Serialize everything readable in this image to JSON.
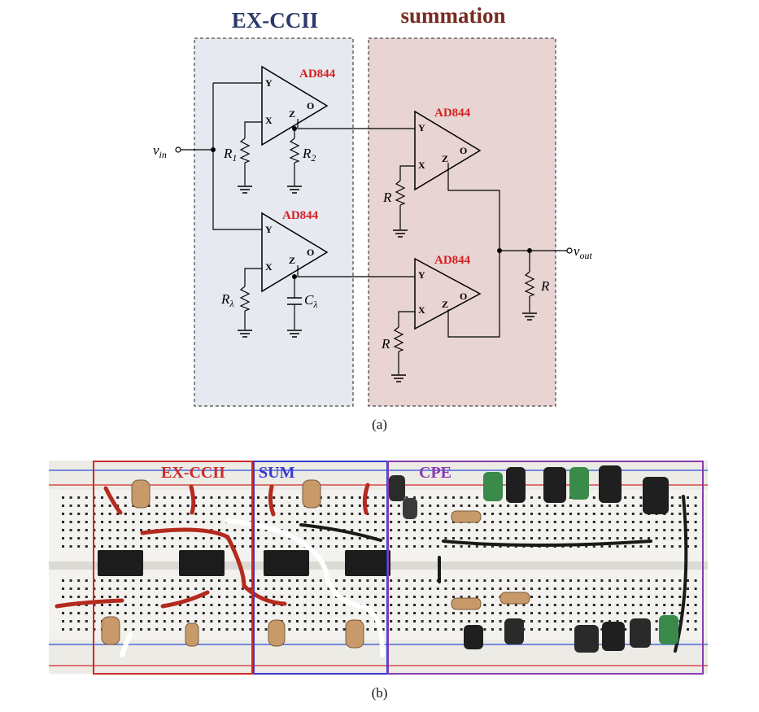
{
  "schematic": {
    "block_excc": "EX-CCII",
    "block_sum": "summation",
    "opamp_label": "AD844",
    "pin_y": "Y",
    "pin_x": "X",
    "pin_z": "Z",
    "pin_o": "O",
    "vin": "v",
    "vin_sub": "in",
    "vout": "v",
    "vout_sub": "out",
    "r1": "R",
    "r1_sub": "1",
    "r2": "R",
    "r2_sub": "2",
    "rl": "R",
    "rl_sub": "λ",
    "cl": "C",
    "cl_sub": "λ",
    "r": "R",
    "caption": "(a)",
    "colors": {
      "excc_title": "#2c3a6b",
      "sum_title": "#7a2a20",
      "opamp_label": "#d42020",
      "excc_bg": "#e6eaf0",
      "sum_bg": "#e8d4d2"
    }
  },
  "photo": {
    "label_excc": "EX-CCII",
    "label_sum": "SUM",
    "label_cpe": "CPE",
    "caption": "(b)",
    "colors": {
      "excc": "#cc2a2a",
      "sum": "#3a3ad0",
      "cpe": "#8a3ab0"
    }
  }
}
